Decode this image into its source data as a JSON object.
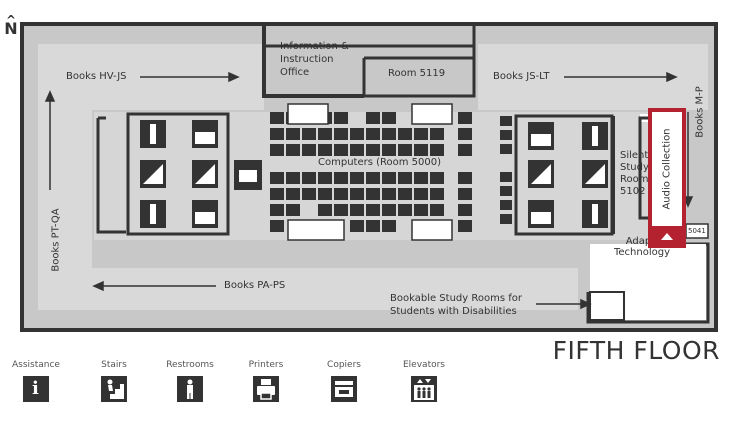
{
  "compass": {
    "label": "N"
  },
  "floor_title": "FIFTH FLOOR",
  "areas": {
    "info_office": "Information & Instruction Office",
    "room_5119": "Room 5119",
    "computers": "Computers (Room 5000)",
    "silent_study": "Silent Study Room 5102",
    "adaptive": "Adaptive Technology",
    "room_5041": "5041",
    "bookable": "Bookable Study Rooms for Students with Disabilities"
  },
  "stacks": {
    "hv_js": "Books HV-JS",
    "js_lt": "Books JS-LT",
    "m_p": "Books M-P",
    "pt_qa": "Books PT-QA",
    "pa_ps": "Books PA-PS"
  },
  "audio_collection": {
    "label": "Audio Collection",
    "color": "#b3222e"
  },
  "legend": [
    {
      "label": "Assistance",
      "icon": "info-icon"
    },
    {
      "label": "Stairs",
      "icon": "stairs-icon"
    },
    {
      "label": "Restrooms",
      "icon": "restroom-icon"
    },
    {
      "label": "Printers",
      "icon": "printer-icon"
    },
    {
      "label": "Copiers",
      "icon": "copier-icon"
    },
    {
      "label": "Elevators",
      "icon": "elevator-icon"
    }
  ],
  "colors": {
    "map_bg": "#c8c8c8",
    "wall": "#333333",
    "accent": "#b3222e"
  }
}
